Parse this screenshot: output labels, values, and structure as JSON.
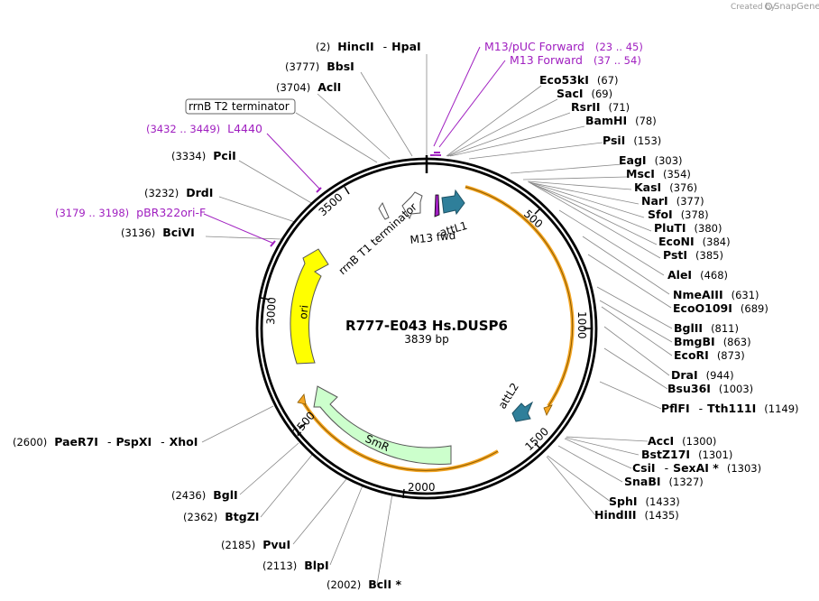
{
  "credit": {
    "created_by": "Created by",
    "app": "SnapGene"
  },
  "plasmid": {
    "name": "R777-E043 Hs.DUSP6",
    "length_label": "3839 bp",
    "length": 3839
  },
  "ticks": [
    "500",
    "1000",
    "1500",
    "2000",
    "2500",
    "3000",
    "3500"
  ],
  "features": [
    {
      "id": "attL1",
      "label": "attL1"
    },
    {
      "id": "m13fwd",
      "label": "M13 fwd"
    },
    {
      "id": "rrnb_t1",
      "label": "rrnB T1 terminator"
    },
    {
      "id": "attL2",
      "label": "attL2"
    },
    {
      "id": "ori",
      "label": "ori"
    },
    {
      "id": "smr",
      "label": "SmR"
    },
    {
      "id": "rrnb_t2",
      "label": "rrnB T2 terminator"
    }
  ],
  "colors": {
    "attL": "#2f7f9a",
    "ori": "#ffff00",
    "smr": "#ccffcc",
    "primer": "#a020c0",
    "orange": "#f5a623"
  },
  "labels": [
    {
      "id": "hincii",
      "pos": "(2)",
      "name": "HincII",
      "extra": [
        {
          "sep": "-",
          "name": "HpaI"
        }
      ]
    },
    {
      "id": "bbsi",
      "pos": "(3777)",
      "name": "BbsI"
    },
    {
      "id": "acli",
      "pos": "(3704)",
      "name": "AclI"
    },
    {
      "id": "pcii",
      "pos": "(3334)",
      "name": "PciI"
    },
    {
      "id": "drdi",
      "pos": "(3232)",
      "name": "DrdI"
    },
    {
      "id": "bcivi",
      "pos": "(3136)",
      "name": "BciVI"
    },
    {
      "id": "eco53ki",
      "pos": "(67)",
      "name": "Eco53kI"
    },
    {
      "id": "saci",
      "pos": "(69)",
      "name": "SacI"
    },
    {
      "id": "rsrii",
      "pos": "(71)",
      "name": "RsrII"
    },
    {
      "id": "bamhi",
      "pos": "(78)",
      "name": "BamHI"
    },
    {
      "id": "psii",
      "pos": "(153)",
      "name": "PsiI"
    },
    {
      "id": "eagi",
      "pos": "(303)",
      "name": "EagI"
    },
    {
      "id": "msci",
      "pos": "(354)",
      "name": "MscI"
    },
    {
      "id": "kasi",
      "pos": "(376)",
      "name": "KasI"
    },
    {
      "id": "nari",
      "pos": "(377)",
      "name": "NarI"
    },
    {
      "id": "sfoi",
      "pos": "(378)",
      "name": "SfoI"
    },
    {
      "id": "pluti",
      "pos": "(380)",
      "name": "PluTI"
    },
    {
      "id": "econi",
      "pos": "(384)",
      "name": "EcoNI"
    },
    {
      "id": "psti",
      "pos": "(385)",
      "name": "PstI"
    },
    {
      "id": "alei",
      "pos": "(468)",
      "name": "AleI"
    },
    {
      "id": "nmeaiii",
      "pos": "(631)",
      "name": "NmeAIII"
    },
    {
      "id": "ecoo109i",
      "pos": "(689)",
      "name": "EcoO109I"
    },
    {
      "id": "bglii",
      "pos": "(811)",
      "name": "BglII"
    },
    {
      "id": "bmgbi",
      "pos": "(863)",
      "name": "BmgBI"
    },
    {
      "id": "ecori",
      "pos": "(873)",
      "name": "EcoRI"
    },
    {
      "id": "drai",
      "pos": "(944)",
      "name": "DraI"
    },
    {
      "id": "bsu36i",
      "pos": "(1003)",
      "name": "Bsu36I"
    },
    {
      "id": "plfi",
      "pos": "(1149)",
      "name": "PflFI",
      "extra": [
        {
          "sep": "-",
          "name": "Tth111I"
        }
      ]
    },
    {
      "id": "acci",
      "pos": "(1300)",
      "name": "AccI"
    },
    {
      "id": "bstz17i",
      "pos": "(1301)",
      "name": "BstZ17I"
    },
    {
      "id": "csii",
      "pos": "(1303)",
      "name": "CsiI",
      "extra": [
        {
          "sep": "-",
          "name": "SexAI *"
        }
      ]
    },
    {
      "id": "snabi",
      "pos": "(1327)",
      "name": "SnaBI"
    },
    {
      "id": "sphi",
      "pos": "(1433)",
      "name": "SphI"
    },
    {
      "id": "hindiii",
      "pos": "(1435)",
      "name": "HindIII"
    },
    {
      "id": "paer7i",
      "pos": "(2600)",
      "name": "PaeR7I",
      "extra": [
        {
          "sep": "-",
          "name": "PspXI"
        },
        {
          "sep": "-",
          "name": "XhoI"
        }
      ]
    },
    {
      "id": "bgli",
      "pos": "(2436)",
      "name": "BglI"
    },
    {
      "id": "btgzi",
      "pos": "(2362)",
      "name": "BtgZI"
    },
    {
      "id": "pvui",
      "pos": "(2185)",
      "name": "PvuI"
    },
    {
      "id": "blpi",
      "pos": "(2113)",
      "name": "BlpI"
    },
    {
      "id": "bcli",
      "pos": "(2002)",
      "name": "BclI *"
    }
  ],
  "primers": [
    {
      "id": "m13puc",
      "name": "M13/pUC Forward",
      "range": "(23 .. 45)"
    },
    {
      "id": "m13fwd",
      "name": "M13 Forward",
      "range": "(37 .. 54)"
    },
    {
      "id": "l4440",
      "name": "L4440",
      "range": "(3432 .. 3449)"
    },
    {
      "id": "pbr322",
      "name": "pBR322ori-F",
      "range": "(3179 .. 3198)"
    }
  ]
}
